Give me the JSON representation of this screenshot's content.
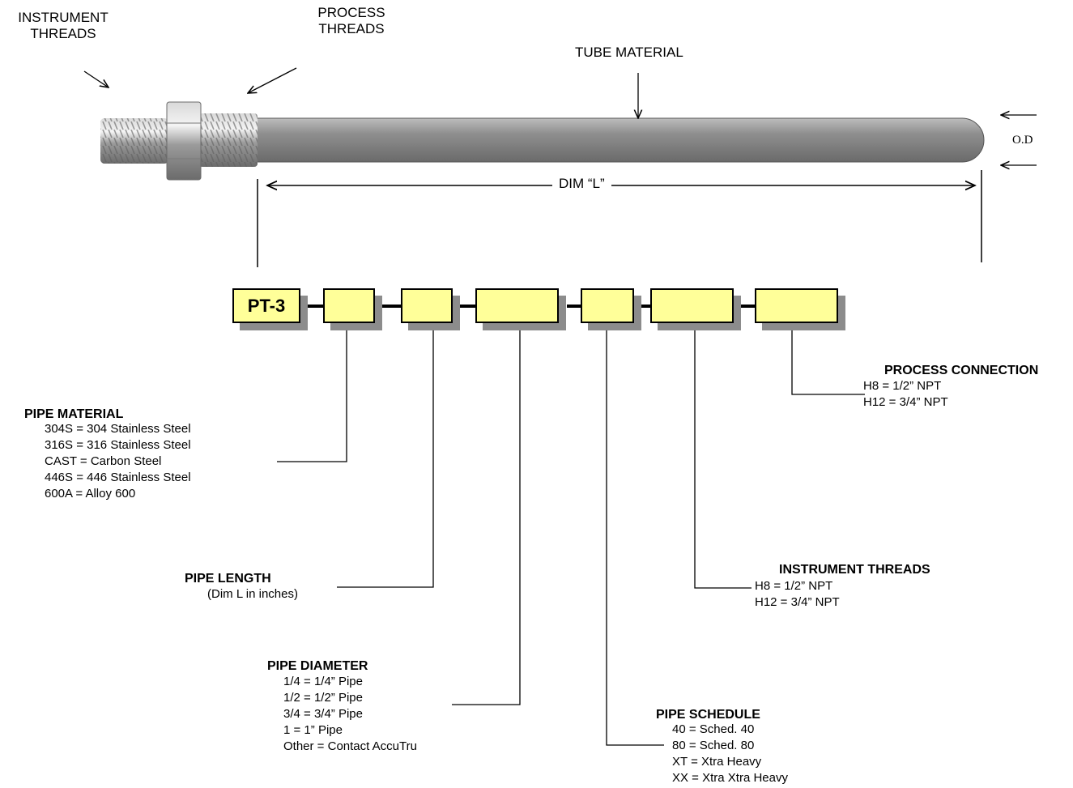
{
  "top_labels": {
    "instrument_threads": [
      "INSTRUMENT",
      "THREADS"
    ],
    "process_threads": [
      "PROCESS",
      "THREADS"
    ],
    "tube_material": "TUBE MATERIAL",
    "od": "O.D",
    "dim_l": "DIM “L”"
  },
  "part_code": {
    "prefix": "PT-3",
    "field_count": 6
  },
  "fields": {
    "pipe_material": {
      "title": "PIPE MATERIAL",
      "options": [
        "304S = 304 Stainless Steel",
        "316S = 316 Stainless Steel",
        "CAST = Carbon Steel",
        "446S = 446 Stainless Steel",
        "600A = Alloy 600"
      ]
    },
    "pipe_length": {
      "title": "PIPE LENGTH",
      "options": [
        "(Dim L in inches)"
      ]
    },
    "pipe_diameter": {
      "title": "PIPE DIAMETER",
      "options": [
        "1/4 = 1/4”  Pipe",
        "1/2 = 1/2” Pipe",
        "3/4 = 3/4” Pipe",
        "1 = 1” Pipe",
        "Other = Contact AccuTru"
      ]
    },
    "pipe_schedule": {
      "title": "PIPE SCHEDULE",
      "options": [
        "40 = Sched. 40",
        "80 = Sched. 80",
        "XT = Xtra Heavy",
        "XX = Xtra Xtra Heavy"
      ]
    },
    "instrument_threads": {
      "title": "INSTRUMENT  THREADS",
      "options": [
        "H8 = 1/2” NPT",
        "H12 = 3/4” NPT"
      ]
    },
    "process_connection": {
      "title": "PROCESS CONNECTION",
      "options": [
        "H8 = 1/2” NPT",
        "H12 = 3/4” NPT"
      ]
    }
  },
  "colors": {
    "code_box_fill": "#ffff99",
    "code_box_shadow": "#8c8c8c",
    "tube": "#8a8a8a",
    "fitting": "#a0a0a0"
  }
}
